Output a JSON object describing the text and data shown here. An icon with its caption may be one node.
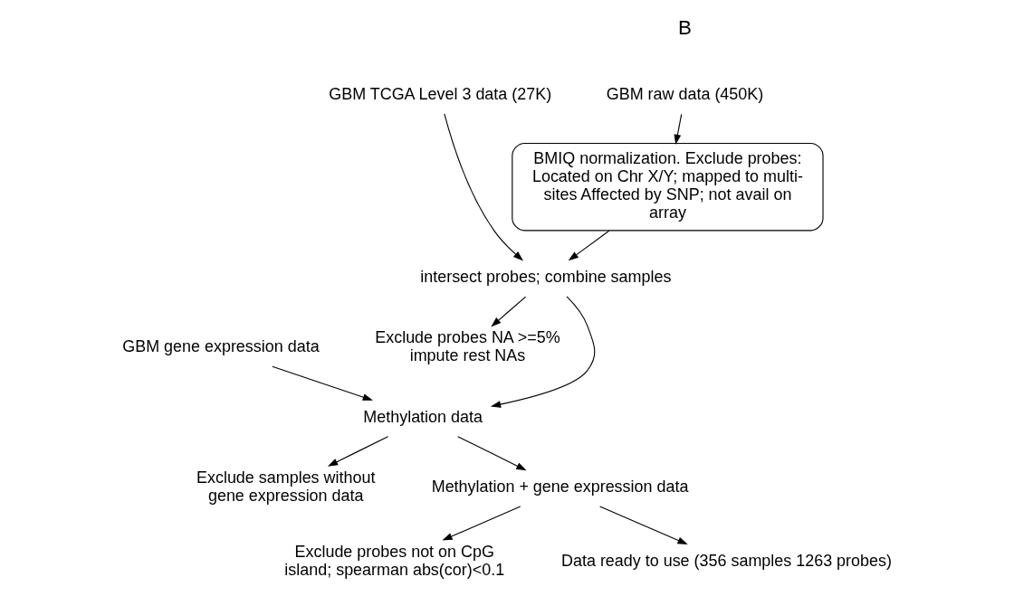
{
  "diagram": {
    "nodes": [
      {
        "text": [
          "GBM raw data (450K)"
        ]
      },
      {
        "text": [
          "BMIQ normalization. Exclude probes: Located on Chr X/Y; mapped to multi-sites Affected by SNP; not avail on array"
        ]
      },
      {
        "text": [
          "GBM TCGA Level 3 data (27K)"
        ]
      },
      {
        "text": [
          "intersect probes; combine samples"
        ]
      },
      {
        "text": [
          "Exclude probes NA >=5% impute rest NAs"
        ]
      },
      {
        "text": [
          "GBM gene expression data"
        ]
      },
      {
        "text": [
          "Methylation data"
        ]
      },
      {
        "text": [
          "Exclude samples without gene expression data"
        ]
      },
      {
        "text": [
          "Methylation + gene expression data"
        ]
      },
      {
        "text": [
          "Exclude probes not on CpG island; spearman abs(cor)<0.1"
        ]
      },
      {
        "text": [
          "Data ready to use (356 samples 1263 probes)"
        ]
      }
    ],
    "edges": [
      {
        "from": 0,
        "to": 1,
        "arrow": "to"
      },
      {
        "from": 1,
        "to": 3,
        "arrow": "to"
      },
      {
        "from": 2,
        "to": 3,
        "arrow": "to"
      },
      {
        "from": 3,
        "to": 4,
        "arrow": "to"
      },
      {
        "from": 3,
        "to": 6,
        "arrow": "to"
      },
      {
        "from": 5,
        "to": 6,
        "arrow": "to"
      },
      {
        "from": 6,
        "to": 7,
        "arrow": "to"
      },
      {
        "from": 6,
        "to": 8,
        "arrow": "to"
      },
      {
        "from": 8,
        "to": 9,
        "arrow": "to"
      },
      {
        "from": 8,
        "to": 10,
        "arrow": "to"
      }
    ],
    "labels": [
      "B"
    ]
  }
}
